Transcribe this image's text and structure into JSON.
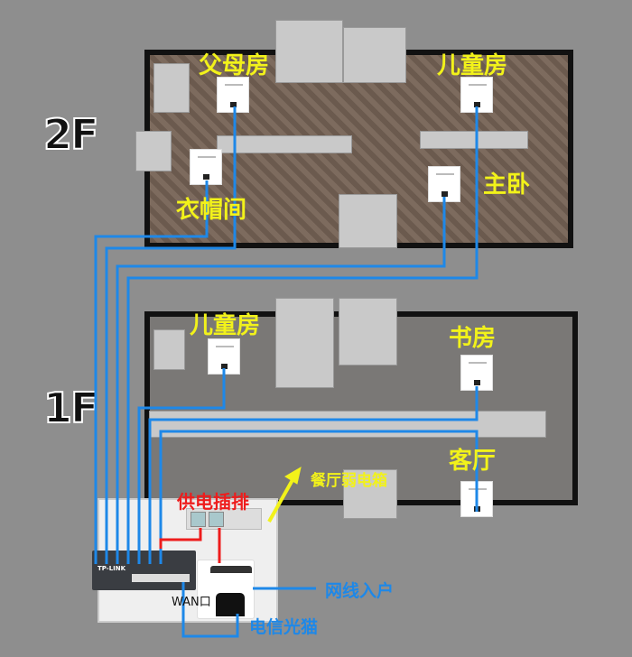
{
  "floors": {
    "upper": "2F",
    "lower": "1F"
  },
  "rooms_2f": {
    "parents": "父母房",
    "kids": "儿童房",
    "wardrobe": "衣帽间",
    "master": "主卧"
  },
  "rooms_1f": {
    "kids": "儿童房",
    "study": "书房",
    "living": "客厅"
  },
  "annotations": {
    "weak_box": "餐厅弱电箱",
    "power_strip": "供电插排",
    "network_in": "网线入户",
    "modem": "电信光猫",
    "wan_port": "WAN口"
  },
  "switch": {
    "brand": "TP-LINK"
  },
  "colors": {
    "label": "#f2f21a",
    "power": "#ee1c1c",
    "network": "#1e88e8",
    "background": "#8e8e8e"
  }
}
